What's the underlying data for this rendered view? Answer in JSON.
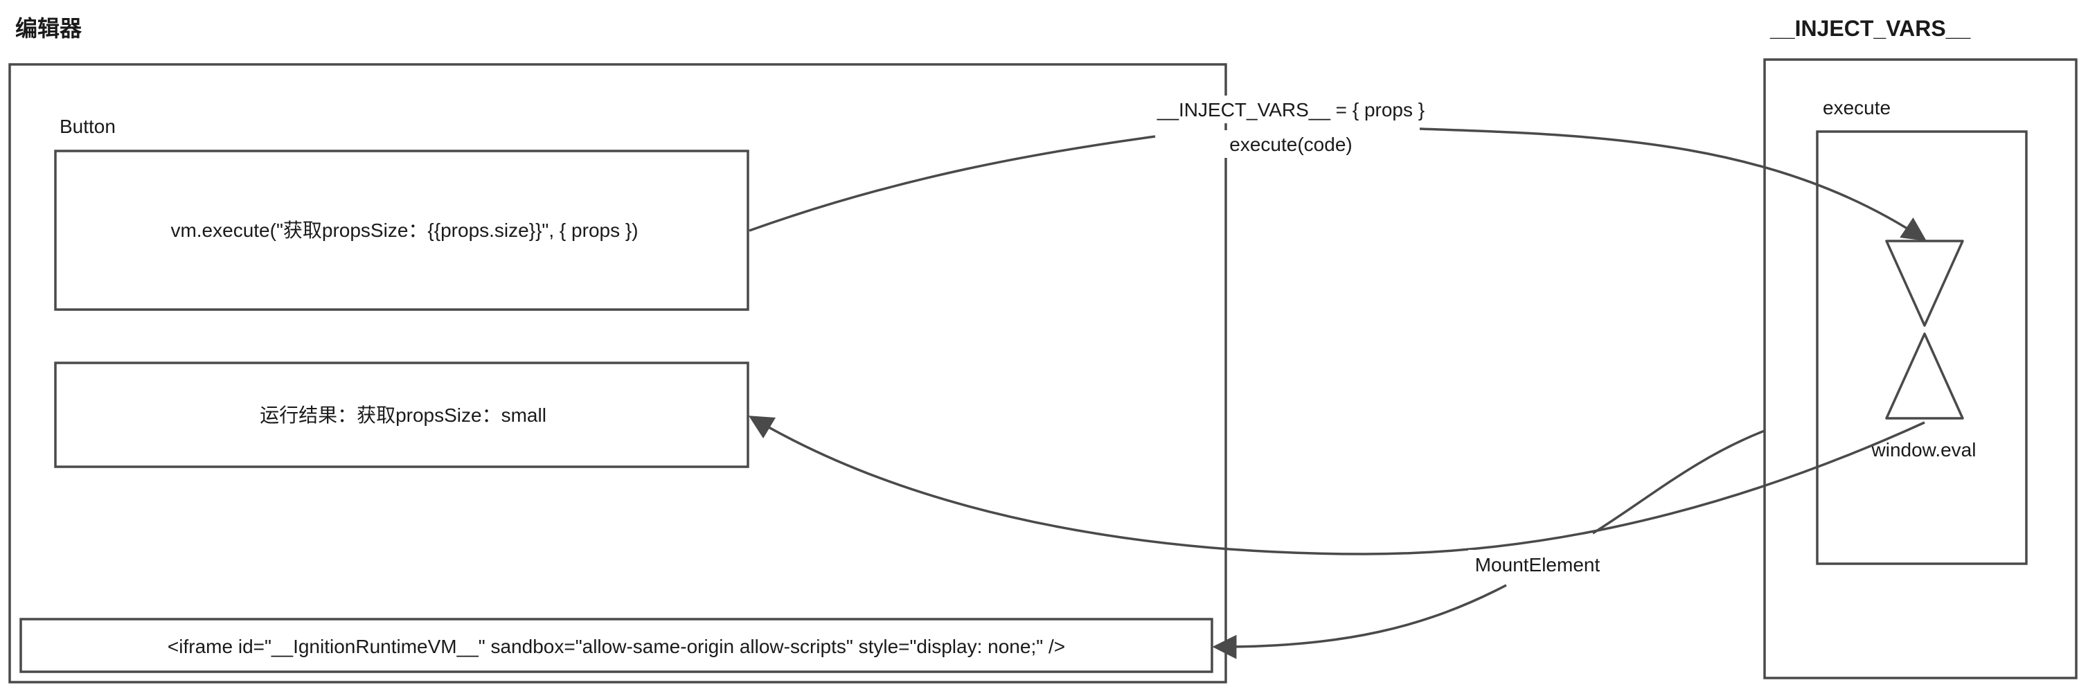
{
  "editor": {
    "title": "编辑器",
    "button_label": "Button",
    "execute_call": "vm.execute(\"获取propsSize：{{props.size}}\", { props })",
    "result_text": "运行结果：获取propsSize：small",
    "iframe_text": "<iframe id=\"__IgnitionRuntimeVM__\" sandbox=\"allow-same-origin allow-scripts\" style=\"display: none;\" />"
  },
  "runtime": {
    "title": "__INJECT_VARS__",
    "execute_label": "execute",
    "eval_label": "window.eval"
  },
  "edges": {
    "inject_label": "__INJECT_VARS__ = { props }",
    "execute_code_label": "execute(code)",
    "mount_label": "MountElement"
  },
  "colors": {
    "stroke": "#4a4a4a",
    "text": "#1a1a1a",
    "background": "#ffffff"
  }
}
